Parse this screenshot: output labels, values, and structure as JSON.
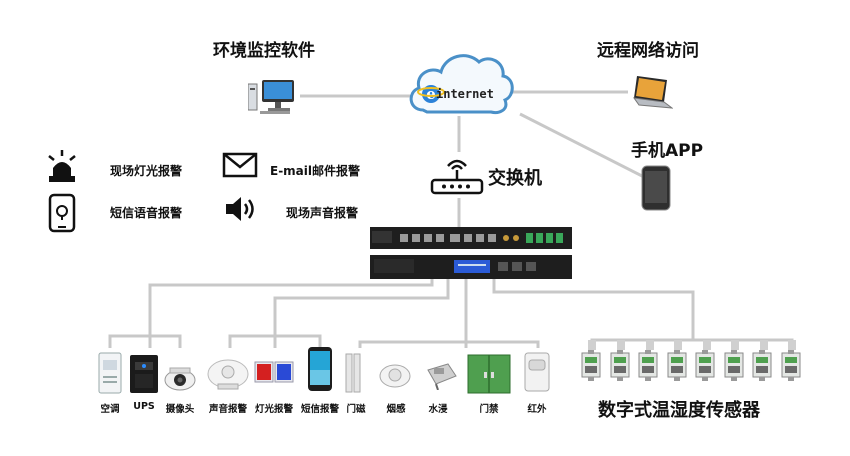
{
  "titles": {
    "software": "环境监控软件",
    "remote": "远程网络访问",
    "app": "手机APP",
    "switch": "交换机",
    "sensors": "数字式温湿度传感器"
  },
  "cloud_text": "internet",
  "alarms": {
    "light": "现场灯光报警",
    "email": "E-mail邮件报警",
    "sms": "短信语音报警",
    "sound": "现场声音报警"
  },
  "devices": {
    "ac": "空调",
    "ups": "UPS",
    "camera": "摄像头",
    "sound": "声音报警",
    "light": "灯光报警",
    "sms": "短信报警",
    "door_mag": "门磁",
    "smoke": "烟感",
    "water": "水浸",
    "access": "门禁",
    "ir": "红外"
  },
  "device_ups_label": "UPS",
  "colors": {
    "line": "#c8c8c8",
    "cloud": "#4a90c8",
    "device_dark": "#1e1e1e",
    "lcd": "#2b5bd6"
  }
}
